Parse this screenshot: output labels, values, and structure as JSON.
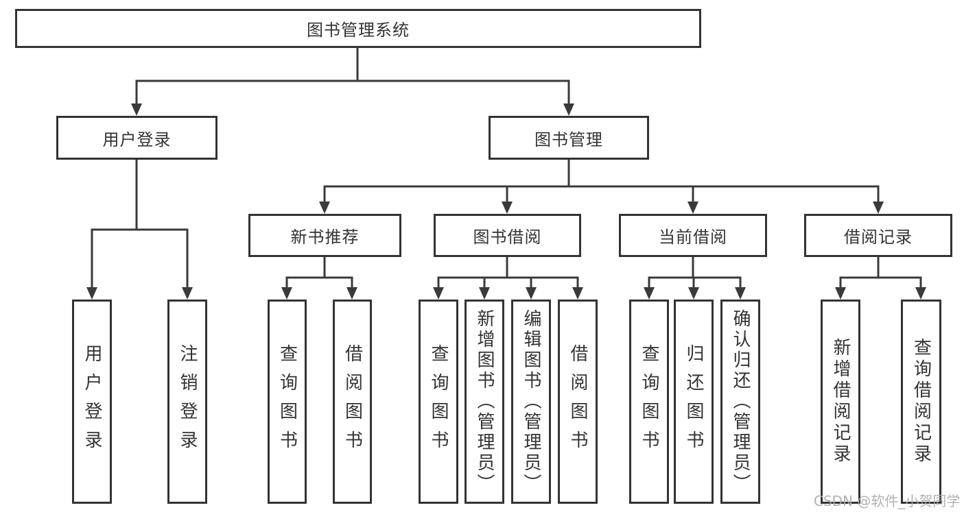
{
  "diagram": {
    "root": {
      "label": "图书管理系统"
    },
    "branches": [
      {
        "label": "用户登录",
        "children": [
          {
            "label": "用户登录"
          },
          {
            "label": "注销登录"
          }
        ]
      },
      {
        "label": "图书管理",
        "children": [
          {
            "label": "新书推荐",
            "children": [
              {
                "label": "查询图书"
              },
              {
                "label": "借阅图书"
              }
            ]
          },
          {
            "label": "图书借阅",
            "children": [
              {
                "label": "查询图书"
              },
              {
                "label": "新增图书（管理员）"
              },
              {
                "label": "编辑图书（管理员）"
              },
              {
                "label": "借阅图书"
              }
            ]
          },
          {
            "label": "当前借阅",
            "children": [
              {
                "label": "查询图书"
              },
              {
                "label": "归还图书"
              },
              {
                "label": "确认归还（管理员）"
              }
            ]
          },
          {
            "label": "借阅记录",
            "children": [
              {
                "label": "新增借阅记录"
              },
              {
                "label": "查询借阅记录"
              }
            ]
          }
        ]
      }
    ]
  },
  "watermark": {
    "text": "CSDN @软件_小贺同学"
  },
  "colors": {
    "line": "#3a3a3a",
    "box_border": "#333333",
    "text": "#333333",
    "background": "#ffffff",
    "watermark": "#aaaaaa"
  }
}
